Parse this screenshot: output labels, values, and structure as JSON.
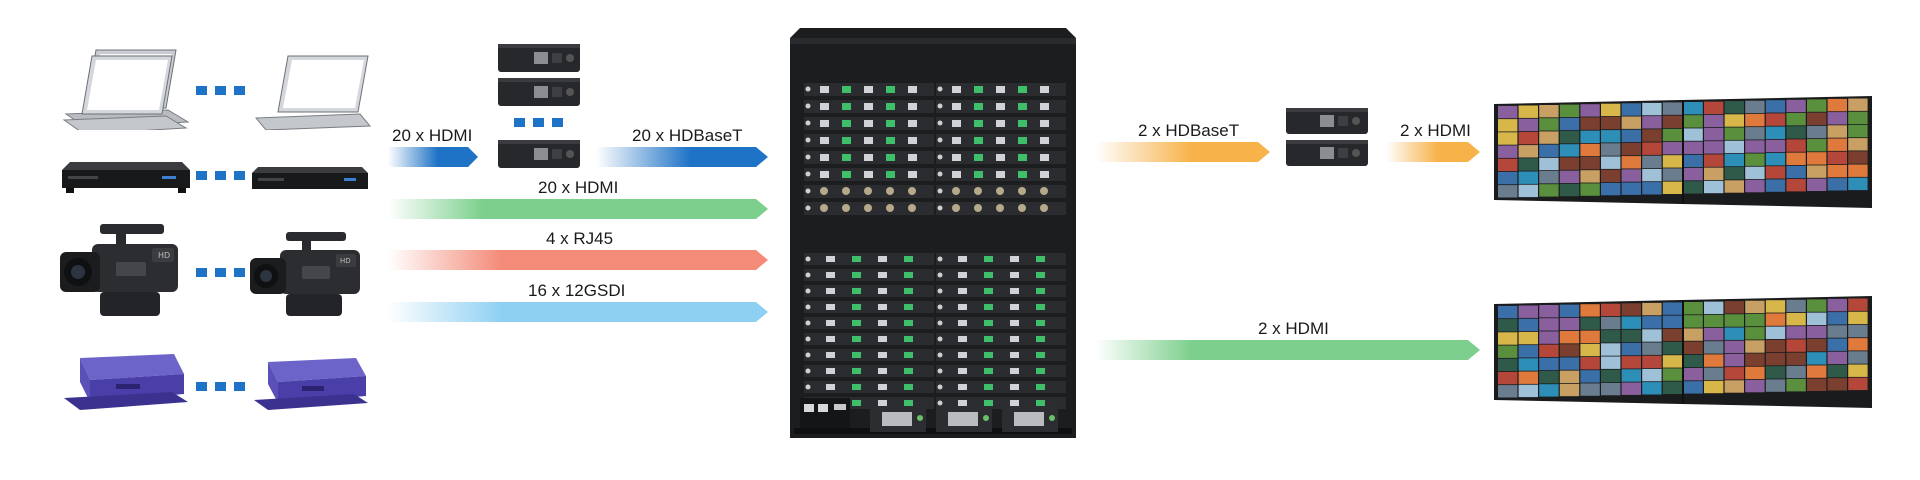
{
  "colors": {
    "blue": "#1f73c6",
    "green": "#7ccf8d",
    "red": "#f48a78",
    "lightblue": "#8ed0f2",
    "orange": "#f7b24a",
    "chassis": "#1e1f21"
  },
  "sources": [
    {
      "name": "laptop",
      "icon": "laptop-icon"
    },
    {
      "name": "media-player",
      "icon": "media-player-icon"
    },
    {
      "name": "camcorder",
      "icon": "camcorder-icon"
    },
    {
      "name": "signage-player",
      "icon": "signage-player-icon"
    }
  ],
  "links": {
    "hdmi_to_tx": "20 x HDMI",
    "tx_to_matrix": "20 x HDBaseT",
    "hdmi_direct": "20 x HDMI",
    "rj45": "4 x RJ45",
    "sdi": "16 x 12GSDI",
    "matrix_to_rx": "2 x HDBaseT",
    "rx_to_wall": "2 x HDMI",
    "matrix_to_wall2": "2 x HDMI"
  }
}
